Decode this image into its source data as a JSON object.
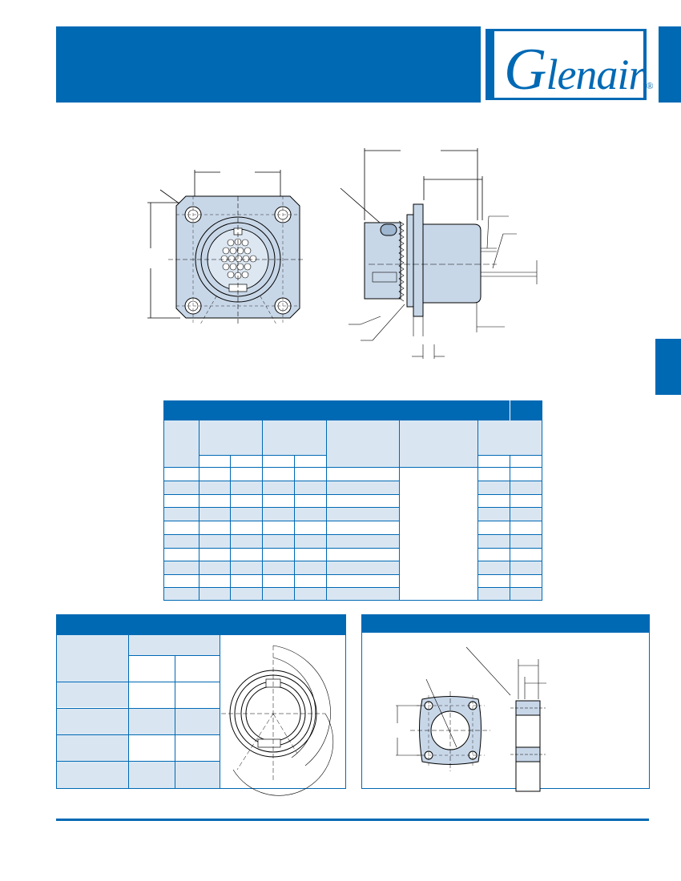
{
  "header": {
    "logo_text_initial": "G",
    "logo_text_rest": "lenair",
    "logo_registered": "®"
  },
  "colors": {
    "brand_blue": "#0069b4",
    "light_blue": "#d9e6f2",
    "part_fill": "#c8d7e8"
  },
  "icons": [
    "receptacle-front-view-drawing",
    "receptacle-side-view-drawing",
    "connector-face-drawing",
    "panel-cutout-drawing",
    "panel-cross-section-drawing"
  ]
}
